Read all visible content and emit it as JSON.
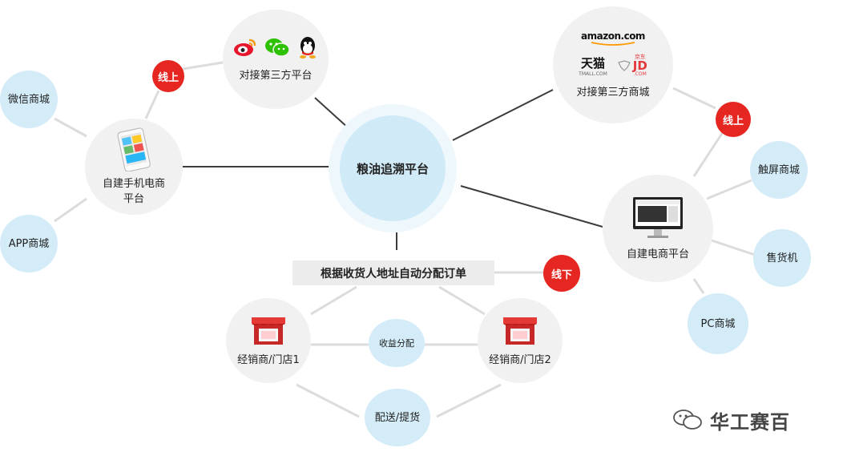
{
  "center": {
    "label": "粮油追溯平台"
  },
  "assign_bar": {
    "label": "根据收货人地址自动分配订单"
  },
  "third_party_platform": {
    "label": "对接第三方平台",
    "icons": [
      "weibo-icon",
      "wechat-icon",
      "qq-icon"
    ]
  },
  "third_party_mall": {
    "label": "对接第三方商城",
    "brands": {
      "amazon": "amazon.com",
      "tmall": "天猫",
      "tmall_sub": "TMALL.COM",
      "jd": "JD",
      "jd_sub": ".COM",
      "jd_cn": "京东"
    }
  },
  "mobile_platform": {
    "label_line1": "自建手机电商",
    "label_line2": "平台"
  },
  "self_platform": {
    "label": "自建电商平台"
  },
  "badges": {
    "online_left": "线上",
    "online_right": "线上",
    "offline": "线下"
  },
  "blue_nodes": {
    "wechat_mall": "微信商城",
    "app_mall": "APP商城",
    "touch_mall": "触屏商城",
    "vending": "售货机",
    "pc_mall": "PC商城",
    "profit_share": "收益分配",
    "delivery": "配送/提货"
  },
  "stores": {
    "store1": "经销商/门店1",
    "store2": "经销商/门店2"
  },
  "watermark": {
    "text": "华工赛百"
  },
  "colors": {
    "red": "#e52621",
    "light_blue": "#d3ecf8",
    "gray_circle": "#f1f1f1",
    "dark_line": "#3c3c3c"
  }
}
